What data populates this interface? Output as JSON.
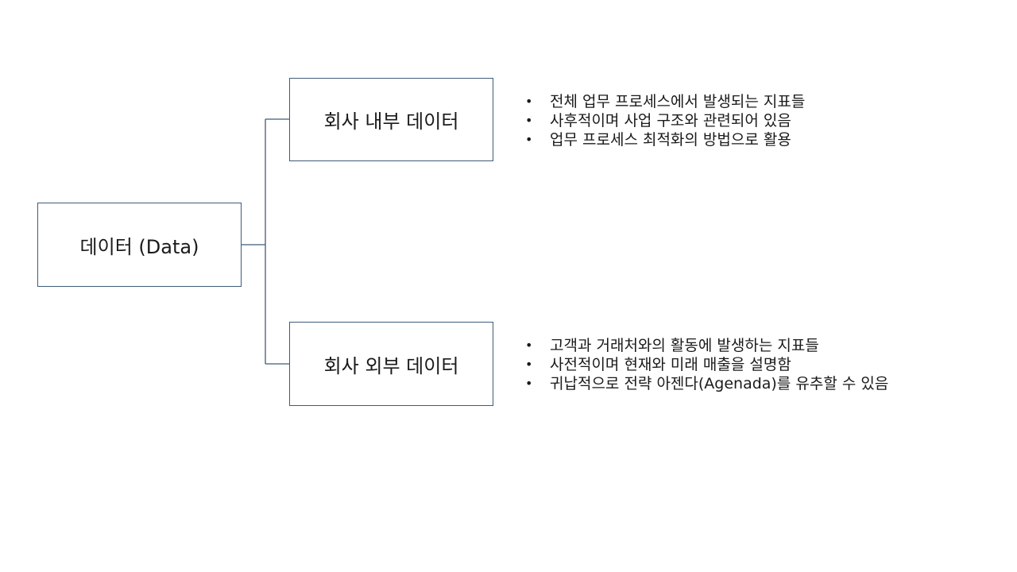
{
  "diagram": {
    "root": {
      "label": "데이터 (Data)"
    },
    "branches": [
      {
        "label": "회사 내부 데이터",
        "bullets": [
          "전체 업무 프로세스에서 발생되는 지표들",
          "사후적이며 사업 구조와 관련되어 있음",
          "업무 프로세스 최적화의 방법으로 활용"
        ]
      },
      {
        "label": "회사 외부 데이터",
        "bullets": [
          "고객과 거래처와의 활동에 발생하는 지표들",
          "사전적이며 현재와 미래 매출을 설명함",
          "귀납적으로 전략 아젠다(Agenada)를 유추할 수 있음"
        ]
      }
    ],
    "colors": {
      "box_border": "#3f5b7a",
      "connector": "#3f5b7a",
      "text": "#1a1a1a",
      "background": "#ffffff"
    }
  }
}
